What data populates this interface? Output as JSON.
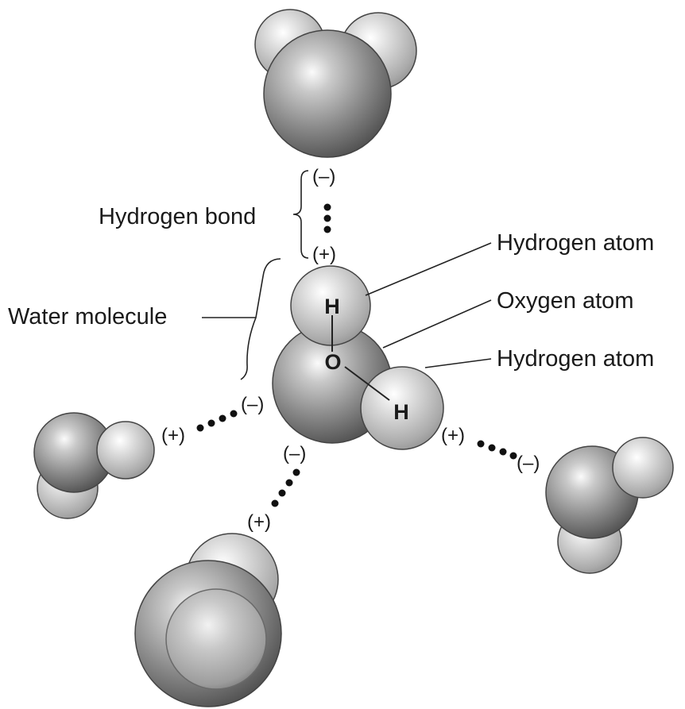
{
  "labels": {
    "hydrogen_bond": "Hydrogen bond",
    "water_molecule": "Water molecule",
    "hydrogen_atom_top": "Hydrogen atom",
    "oxygen_atom": "Oxygen atom",
    "hydrogen_atom_bottom": "Hydrogen atom"
  },
  "atom_symbols": {
    "hydrogen_top": "H",
    "oxygen": "O",
    "hydrogen_right": "H"
  },
  "charges": {
    "top_negative": "(–)",
    "top_positive": "(+)",
    "left_negative": "(–)",
    "left_positive": "(+)",
    "bottom_negative": "(–)",
    "bottom_positive": "(+)",
    "right_positive": "(+)",
    "right_negative": "(–)"
  }
}
